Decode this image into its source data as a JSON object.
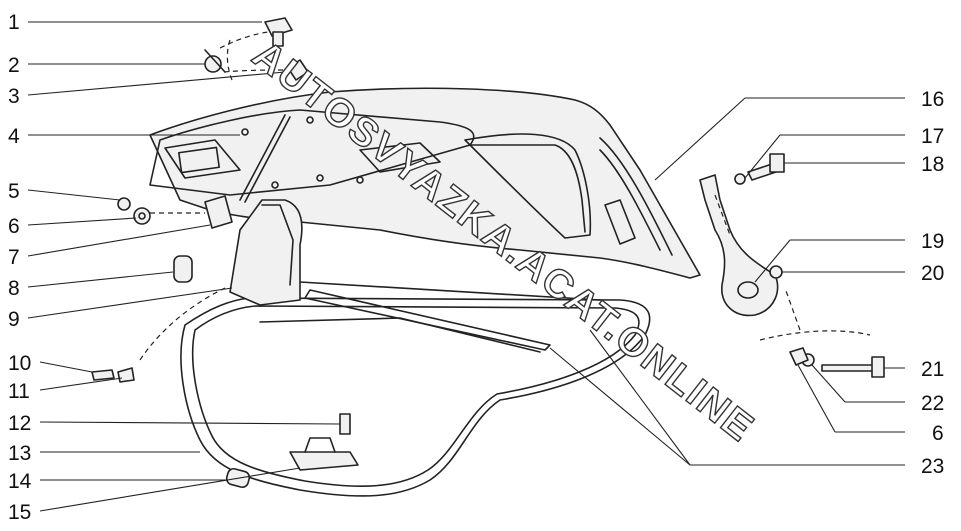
{
  "watermark": "AUTOSVYAZKA.ACAT.ONLINE",
  "callouts": [
    {
      "id": "callout-1",
      "text": "1"
    },
    {
      "id": "callout-2",
      "text": "2"
    },
    {
      "id": "callout-3",
      "text": "3"
    },
    {
      "id": "callout-4",
      "text": "4"
    },
    {
      "id": "callout-5",
      "text": "5"
    },
    {
      "id": "callout-6",
      "text": "6"
    },
    {
      "id": "callout-7",
      "text": "7"
    },
    {
      "id": "callout-8",
      "text": "8"
    },
    {
      "id": "callout-9",
      "text": "9"
    },
    {
      "id": "callout-10",
      "text": "10"
    },
    {
      "id": "callout-11",
      "text": "11"
    },
    {
      "id": "callout-12",
      "text": "12"
    },
    {
      "id": "callout-13",
      "text": "13"
    },
    {
      "id": "callout-14",
      "text": "14"
    },
    {
      "id": "callout-15",
      "text": "15"
    },
    {
      "id": "callout-16",
      "text": "16"
    },
    {
      "id": "callout-17",
      "text": "17"
    },
    {
      "id": "callout-18",
      "text": "18"
    },
    {
      "id": "callout-19",
      "text": "19"
    },
    {
      "id": "callout-20",
      "text": "20"
    },
    {
      "id": "callout-21",
      "text": "21"
    },
    {
      "id": "callout-22",
      "text": "22"
    },
    {
      "id": "callout-6b",
      "text": "6"
    },
    {
      "id": "callout-23",
      "text": "23"
    }
  ]
}
